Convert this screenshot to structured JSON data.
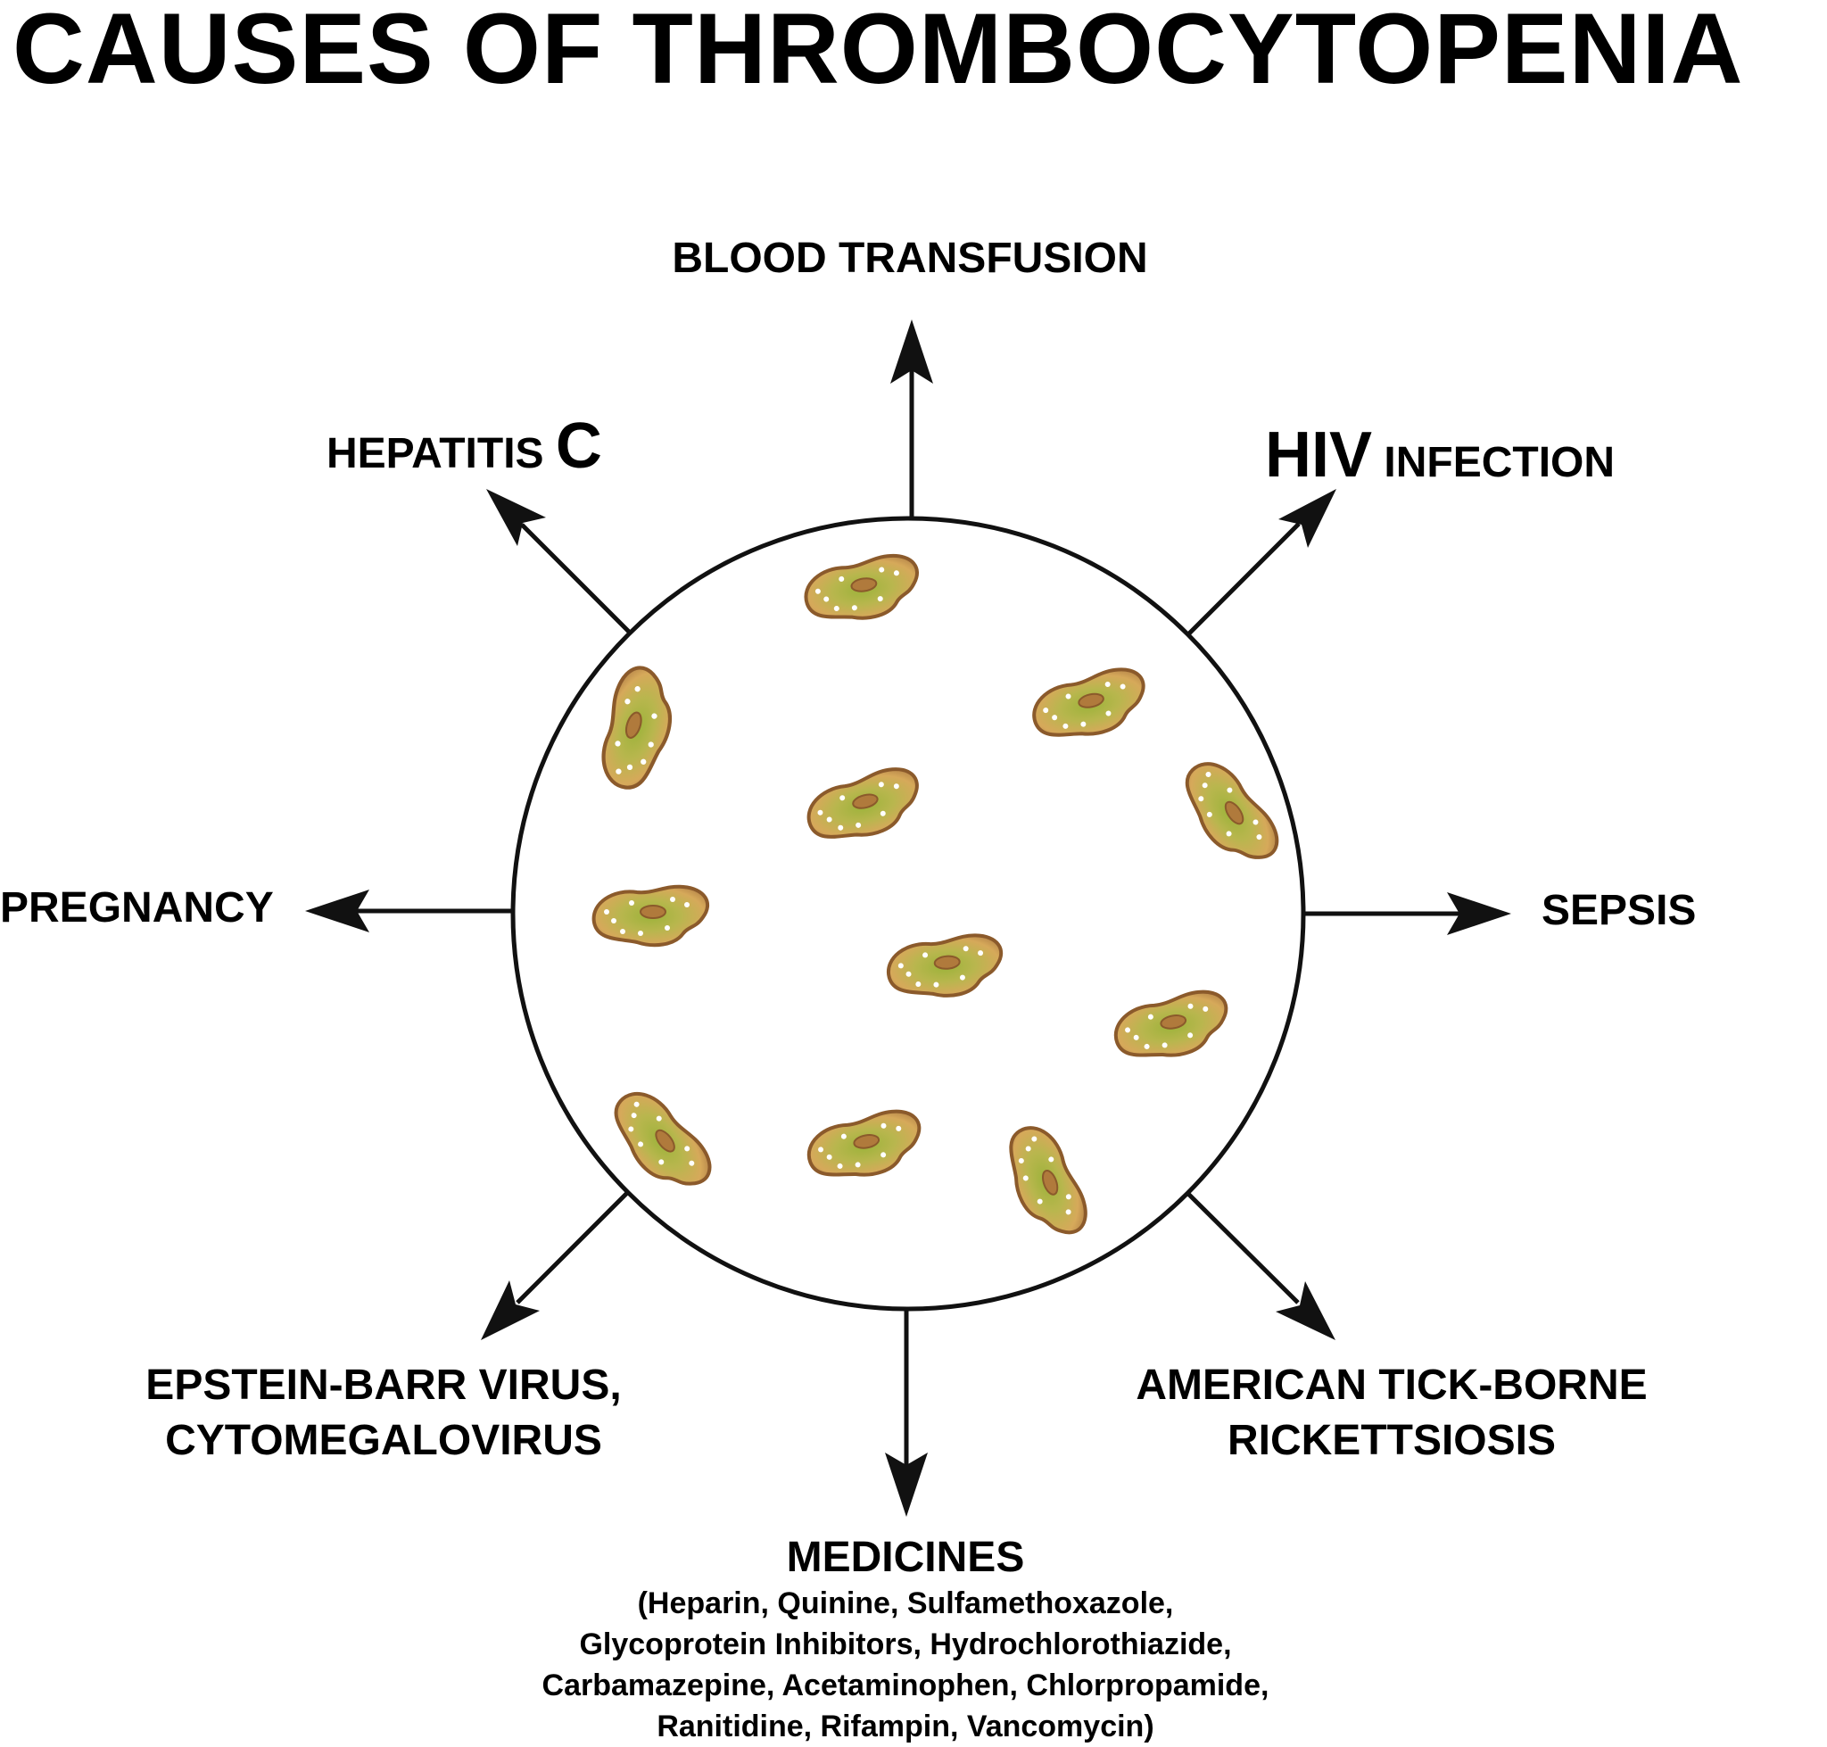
{
  "title": "CAUSES OF THROMBOCYTOPENIA",
  "causes": {
    "blood_transfusion": "BLOOD TRANSFUSION",
    "hepatitis_c_prefix": "HEPATITIS",
    "hepatitis_c_letter": "C",
    "hiv_prefix": "HIV",
    "hiv_suffix": "INFECTION",
    "pregnancy": "PREGNANCY",
    "sepsis": "SEPSIS",
    "ebv_line1": "EPSTEIN-BARR VIRUS,",
    "ebv_line2": "CYTOMEGALOVIRUS",
    "tick_line1": "AMERICAN TICK-BORNE",
    "tick_line2": "RICKETTSIOSIS",
    "medicines_title": "MEDICINES",
    "medicines_list": [
      "(Heparin, Quinine, Sulfamethoxazole,",
      "Glycoprotein Inhibitors, Hydrochlorothiazide,",
      "Carbamazepine, Acetaminophen, Chlorpropamide,",
      "Ranitidine, Rifampin, Vancomycin)"
    ]
  },
  "colors": {
    "platelet_outline": "#8b5a2b",
    "platelet_fill": "#d6a95a",
    "platelet_center": "#9cb33a",
    "platelet_core": "#b07a3c"
  }
}
